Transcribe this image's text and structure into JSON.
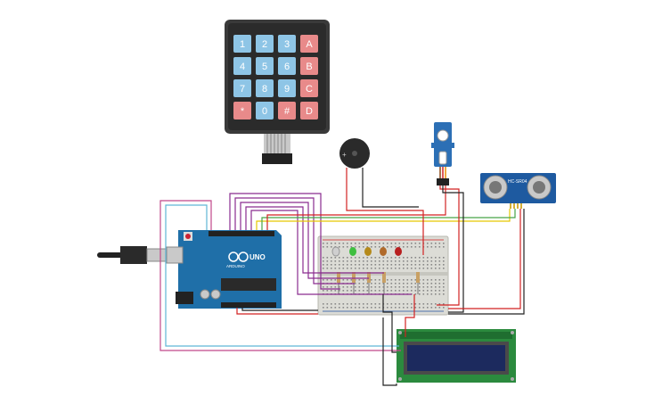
{
  "keypad": {
    "rows": [
      [
        "1",
        "2",
        "3",
        "A"
      ],
      [
        "4",
        "5",
        "6",
        "B"
      ],
      [
        "7",
        "8",
        "9",
        "C"
      ],
      [
        "*",
        "0",
        "#",
        "D"
      ]
    ]
  },
  "arduino": {
    "brand_label": "UNO",
    "logo_text": "ARDUINO"
  },
  "ultrasonic": {
    "model_label": "HC-SR04"
  },
  "colors": {
    "key_blue": "#8ec5e6",
    "key_red": "#e88a8a",
    "board": "#1f6fa8",
    "breadboard": "#dcdcd6",
    "lcd_pcb": "#2b8a3e",
    "lcd_screen": "#1c2a5e",
    "wire_red": "#d22222",
    "wire_black": "#222222",
    "wire_purple": "#8a2c8f",
    "wire_yellow": "#e6c700",
    "wire_green": "#47a348",
    "wire_cyan": "#5fb6d6",
    "wire_pink": "#c0488a"
  }
}
